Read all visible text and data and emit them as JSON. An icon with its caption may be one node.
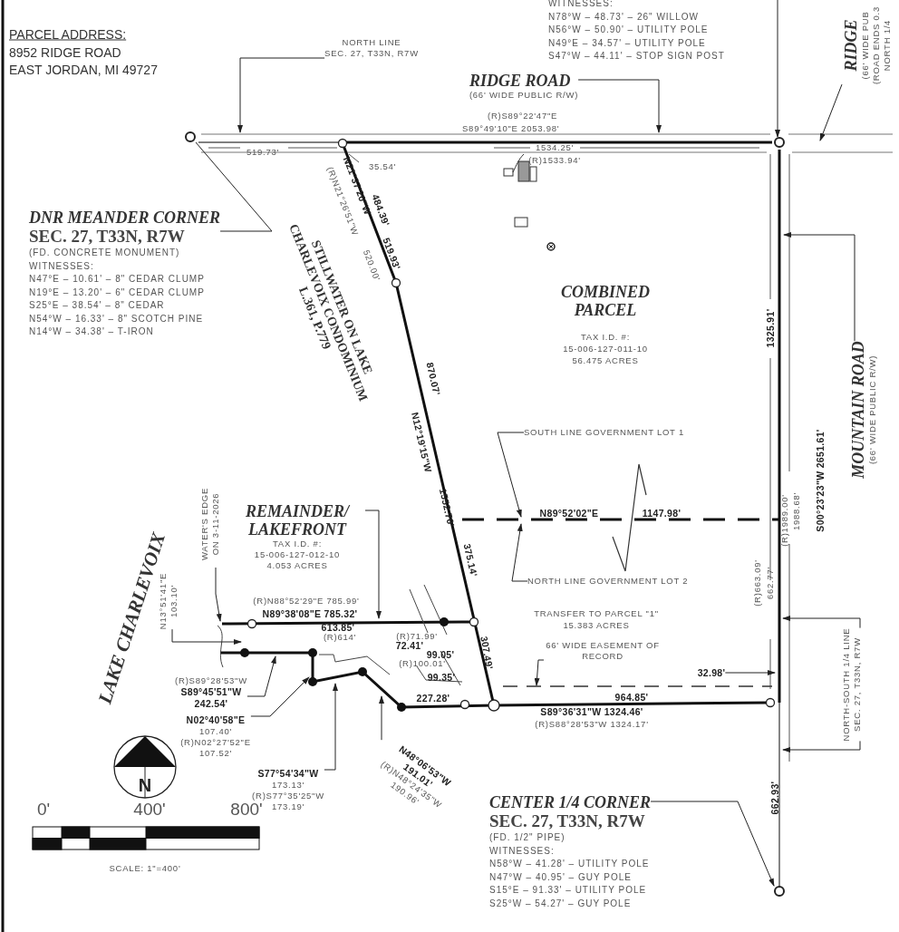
{
  "diagram": {
    "nodes": [
      {
        "text": [
          "NORTH LINE",
          "SEC. 27, T33N, R7W"
        ]
      },
      {
        "text": [
          "WITNESSES:",
          "N78°W – 48.73' – 26\" WILLOW",
          "N56°W – 50.90' – UTILITY POLE",
          "N49°E – 34.57' – UTILITY POLE",
          "S47°W – 44.11' – STOP SIGN POST"
        ]
      },
      {
        "text": [
          "RIDGE ROAD",
          "(66' WIDE PUBLIC R/W)"
        ]
      },
      {
        "text": [
          "RIDGE",
          "(66' WIDE PUB",
          "(ROAD ENDS 0.3",
          "NORTH 1/4"
        ]
      },
      {
        "text": [],
        "shape": "circle"
      },
      {
        "text": [],
        "shape": "circle"
      },
      {
        "text": [
          "DNR MEANDER CORNER",
          "SEC. 27, T33N, R7W",
          "(FD. CONCRETE MONUMENT)",
          "WITNESSES:",
          "N47°E – 10.61' – 8\" CEDAR CLUMP",
          "N19°E – 13.20' – 6\" CEDAR CLUMP",
          "S25°E – 38.54' – 8\" CEDAR",
          "N54°W – 16.33' – 8\" SCOTCH PINE",
          "N14°W – 34.38' – T-IRON"
        ]
      },
      {
        "text": [
          "MOUNTAIN ROAD",
          "(66' WIDE PUBLIC R/W)"
        ]
      },
      {
        "text": [
          "SOUTH LINE GOVERNMENT LOT 1"
        ]
      },
      {
        "text": [
          "NORTH LINE GOVERNMENT LOT 2"
        ]
      },
      {
        "text": [
          "REMAINDER/ LAKEFRONT",
          "TAX I.D. #:",
          "15-006-127-012-10",
          "4.053 ACRES"
        ]
      },
      {
        "text": [
          "WATER'S EDGE ON 3-11-2026"
        ]
      },
      {
        "text": [
          "(R)S89°28'53\"W",
          "S89°45'51\"W",
          "242.54'"
        ]
      },
      {
        "text": [
          "N02°40'58\"E",
          "107.40'",
          "(R)N02°27'52\"E",
          "107.52'"
        ]
      },
      {
        "text": [
          "S77°54'34\"W",
          "173.13'",
          "(R)S77°35'25\"W",
          "173.19'"
        ]
      },
      {
        "text": [
          "N48°06'53\"W",
          "191.01'",
          "(R)N48°24'35\"W",
          "190.96'"
        ]
      },
      {
        "text": [
          "66' WIDE EASEMENT OF RECORD"
        ]
      },
      {
        "text": [
          "NORTH-SOUTH 1/4 LINE",
          "SEC. 27, T33N, R7W"
        ]
      },
      {
        "text": [
          "CENTER 1/4 CORNER",
          "SEC. 27, T33N, R7W",
          "(FD. 1/2\" PIPE)",
          "WITNESSES:",
          "N58°W – 41.28' – UTILITY POLE",
          "N47°W – 40.95' – GUY POLE",
          "S15°E – 91.33' – UTILITY POLE",
          "S25°W – 54.27' – GUY POLE"
        ]
      },
      {
        "text": [],
        "shape": "circle"
      },
      {
        "text": [
          "N13°51'41\"E",
          "103.10'"
        ]
      },
      {
        "text": [
          "32.98'"
        ]
      }
    ],
    "edges": [
      {
        "from": 0,
        "to": null,
        "arrow": "to"
      },
      {
        "from": null,
        "to": 4,
        "arrow": "to"
      },
      {
        "from": 2,
        "to": null,
        "arrow": "to"
      },
      {
        "from": 3,
        "to": null,
        "arrow": "to"
      },
      {
        "from": 6,
        "to": 5,
        "arrow": "none"
      },
      {
        "from": 7,
        "to": null,
        "arrow": "to"
      },
      {
        "from": 8,
        "to": null,
        "arrow": "to"
      },
      {
        "from": 9,
        "to": null,
        "arrow": "to"
      },
      {
        "from": 10,
        "to": null,
        "arrow": "to"
      },
      {
        "from": 11,
        "to": null,
        "arrow": "to"
      },
      {
        "from": 12,
        "to": null,
        "arrow": "to"
      },
      {
        "from": 13,
        "to": null,
        "arrow": "to"
      },
      {
        "from": 14,
        "to": null,
        "arrow": "to"
      },
      {
        "from": 15,
        "to": null,
        "arrow": "to"
      },
      {
        "from": 16,
        "to": null,
        "arrow": "to"
      },
      {
        "from": 17,
        "to": null,
        "arrow": "to"
      },
      {
        "from": 17,
        "to": null,
        "arrow": "to"
      },
      {
        "from": 18,
        "to": 19,
        "arrow": "to"
      },
      {
        "from": 20,
        "to": null,
        "arrow": "to"
      },
      {
        "from": 21,
        "to": null,
        "arrow": "to"
      }
    ],
    "labels": [
      "PARCEL ADDRESS:",
      "8952 RIDGE ROAD",
      "EAST JORDAN, MI 49727",
      "(R)S89°22'47\"E",
      "S89°49'10\"E 2053.98'",
      "519.73'",
      "1534.25'",
      "(R)1533.94'",
      "35.54'",
      "N21°37'20\"W",
      "(R)N21°26'51\"W",
      "484.39'",
      "520.00'",
      "519.93'",
      "STILLWATER ON LAKE CHARLEVOIX CONDOMINIUM L.361, P.779",
      "870.07'",
      "N12°19'15\"W",
      "1552.70'",
      "375.14'",
      "COMBINED PARCEL",
      "TAX I.D. #:",
      "15-006-127-011-10",
      "56.475 ACRES",
      "1325.91'",
      "N89°52'02\"E",
      "1147.98'",
      "(R)1989.00'",
      "1988.68'",
      "S00°23'23\"W 2651.61'",
      "LAKE CHARLEVOIX",
      "(R)N88°52'29\"E 785.99'",
      "N89°38'08\"E 785.32'",
      "613.85'",
      "(R)614'",
      "(R)71.99'",
      "72.41'",
      "99.05'",
      "(R)100.01'",
      "99.35'",
      "227.28'",
      "TRANSFER TO PARCEL \"1\"",
      "15.383 ACRES",
      "307.49'",
      "964.85'",
      "S89°36'31\"W 1324.46'",
      "(R)S88°28'53\"W 1324.17'",
      "(R)663.09'",
      "662.77'",
      "662.93'",
      "N",
      "0'",
      "400'",
      "800'",
      "SCALE: 1\"=400'"
    ]
  }
}
